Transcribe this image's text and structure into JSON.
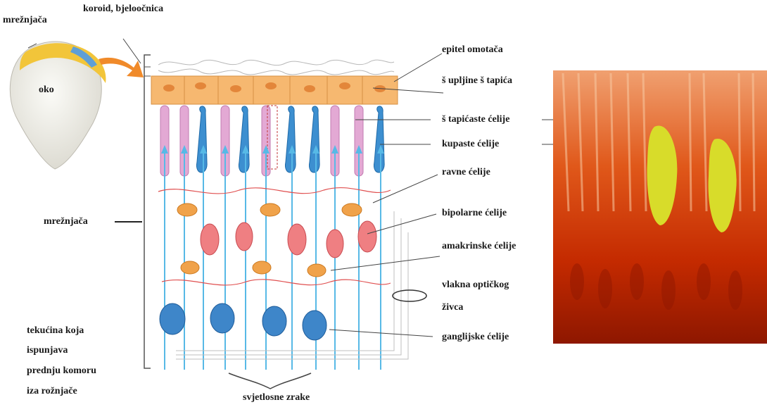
{
  "labels": {
    "mreznjaca_top": "mrežnjača",
    "koroid": "koroid, bjeloočnica",
    "oko": "oko",
    "mreznjaca_left": "mrežnjača",
    "tekucina": [
      "tekućina koja",
      "ispunjava",
      "prednju komoru",
      "iza rožnjače"
    ],
    "svjetlosne": "svjetlosne zrake",
    "epitel": "epitel omotača",
    "supljine": "š  upljine š  tapića",
    "stapicaste": "š  tapićaste ćelije",
    "kupaste": "kupaste ćelije",
    "ravne": "ravne ćelije",
    "bipolarne": "bipolarne ćelije",
    "amakrinske": "amakrinske ćelije",
    "vlakna": [
      "vlakna optičkog",
      "živca"
    ],
    "ganglijske": "ganglijske ćelije"
  },
  "colors": {
    "rod": "#e3a9d4",
    "cone": "#3d8fd0",
    "bipolar": "#ef7f82",
    "horizontal": "#f0a24a",
    "ganglion": "#3e86c9",
    "light_ray": "#57b9e6",
    "epithelium": "#f5b067",
    "photo_bg": "#c52a00",
    "photo_cell": "#d8dc2a"
  }
}
